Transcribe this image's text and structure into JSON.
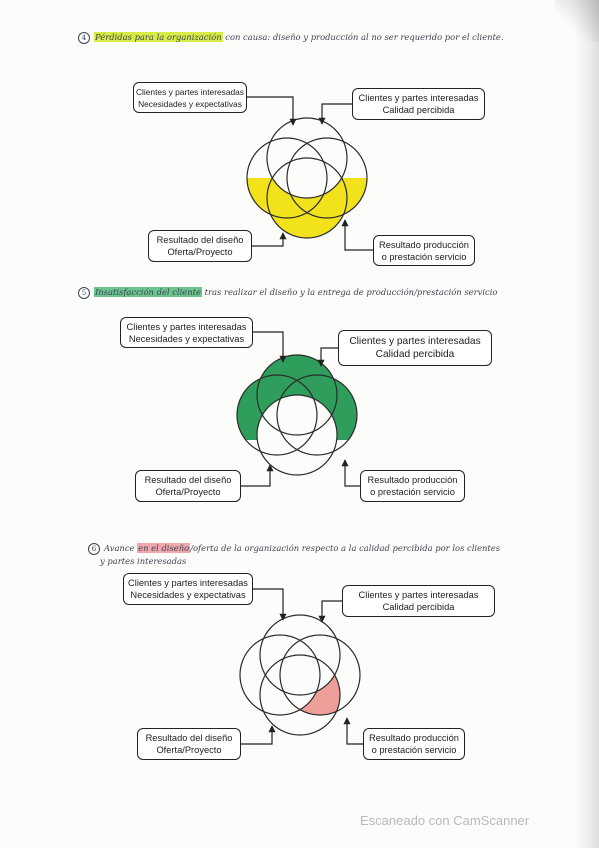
{
  "notes": [
    {
      "number": "4",
      "highlight": "Pérdidas para la organización",
      "rest": " con causa: diseño y producción al no ser requerido por el cliente.",
      "highlight_color": "#d8ec46"
    },
    {
      "number": "5",
      "highlight": "Insatisfacción del cliente",
      "rest": " tras realizar el diseño y la entrega de producción/prestación servicio",
      "highlight_color": "#6cc48f"
    },
    {
      "number": "6",
      "lead": "Avance ",
      "highlight": "en el diseño",
      "rest": "/oferta de la organización respecto a la calidad percibida por los clientes",
      "line2": "y partes interesadas",
      "highlight_color": "#f0a7ad"
    }
  ],
  "diagrams": [
    {
      "top_left": {
        "line1": "Clientes y partes interesadas",
        "line2": "Necesidades y expectativas"
      },
      "top_right": {
        "line1": "Clientes y partes interesadas",
        "line2": "Calidad percibida"
      },
      "bottom_left": {
        "line1": "Resultado del diseño",
        "line2": "Oferta/Proyecto"
      },
      "bottom_right": {
        "line1": "Resultado producción",
        "line2": "o prestación servicio"
      },
      "highlight_color": "#f2e21c"
    },
    {
      "top_left": {
        "line1": "Clientes y partes interesadas",
        "line2": "Necesidades y expectativas"
      },
      "top_right": {
        "line1": "Clientes y partes interesadas",
        "line2": "Calidad percibida"
      },
      "bottom_left": {
        "line1": "Resultado del diseño",
        "line2": "Oferta/Proyecto"
      },
      "bottom_right": {
        "line1": "Resultado producción",
        "line2": "o prestación servicio"
      },
      "highlight_color": "#2f9d5c"
    },
    {
      "top_left": {
        "line1": "Clientes y partes interesadas",
        "line2": "Necesidades y expectativas"
      },
      "top_right": {
        "line1": "Clientes y partes interesadas",
        "line2": "Calidad percibida"
      },
      "bottom_left": {
        "line1": "Resultado del diseño",
        "line2": "Oferta/Proyecto"
      },
      "bottom_right": {
        "line1": "Resultado producción",
        "line2": "o prestación servicio"
      },
      "highlight_color": "#ee9e98"
    }
  ],
  "footer": {
    "watermark": "Escaneado con CamScanner"
  }
}
